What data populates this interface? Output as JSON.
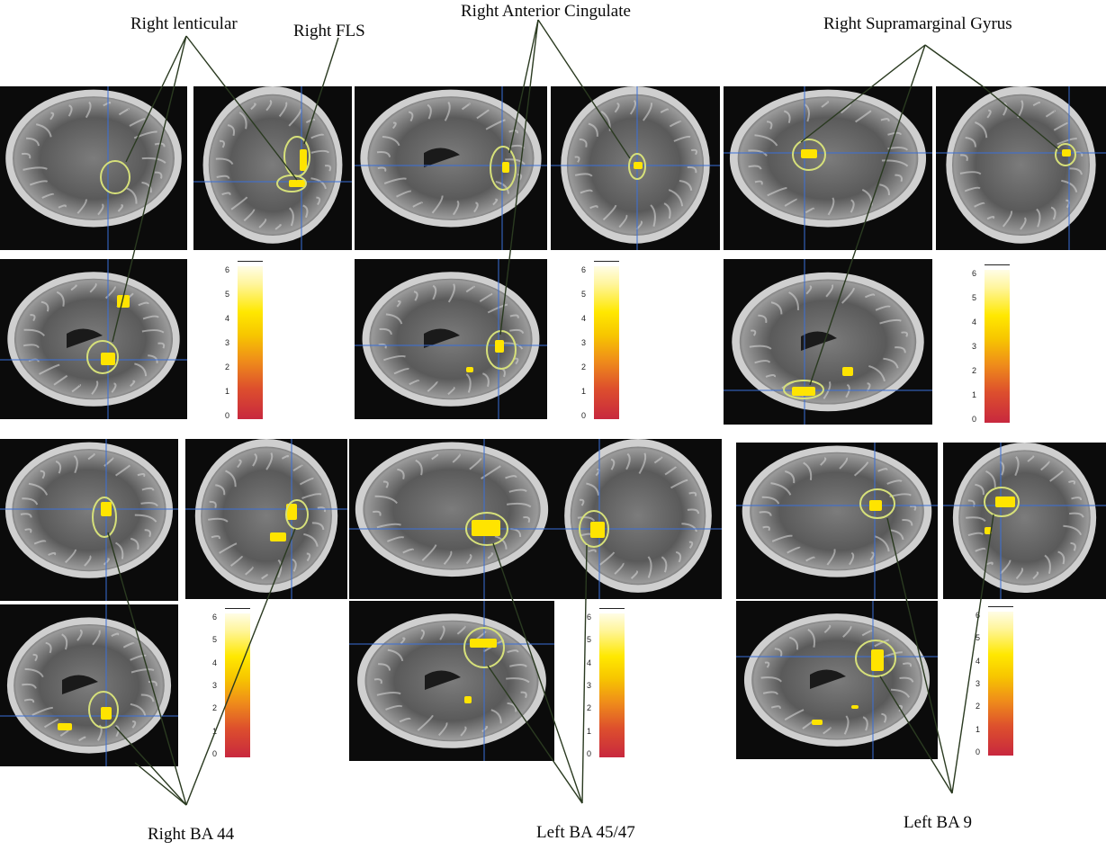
{
  "labels": {
    "right_lenticular": "Right lenticular",
    "right_fls": "Right FLS",
    "right_anterior_cingulate": "Right Anterior Cingulate",
    "right_supramarginal_gyrus": "Right Supramarginal Gyrus",
    "right_ba44": "Right BA 44",
    "left_ba4547": "Left BA 45/47",
    "left_ba9": "Left BA 9"
  },
  "colorbars": [
    {
      "ticks": [
        "6",
        "5",
        "4",
        "3",
        "2",
        "1",
        "0"
      ]
    },
    {
      "ticks": [
        "6",
        "5",
        "4",
        "3",
        "2",
        "1",
        "0"
      ]
    },
    {
      "ticks": [
        "6",
        "5",
        "4",
        "3",
        "2",
        "1",
        "0"
      ]
    },
    {
      "ticks": [
        "6",
        "5",
        "4",
        "3",
        "2",
        "1",
        "0"
      ]
    },
    {
      "ticks": [
        "6",
        "5",
        "4",
        "3",
        "2",
        "1",
        "0"
      ]
    },
    {
      "ticks": [
        "6",
        "5",
        "4",
        "3",
        "2",
        "1",
        "0"
      ]
    }
  ],
  "colors": {
    "crosshair": "#3a6fd8",
    "activation": "#ffe400",
    "circle": "#d6e07a",
    "leader_line": "#2a3a20"
  }
}
